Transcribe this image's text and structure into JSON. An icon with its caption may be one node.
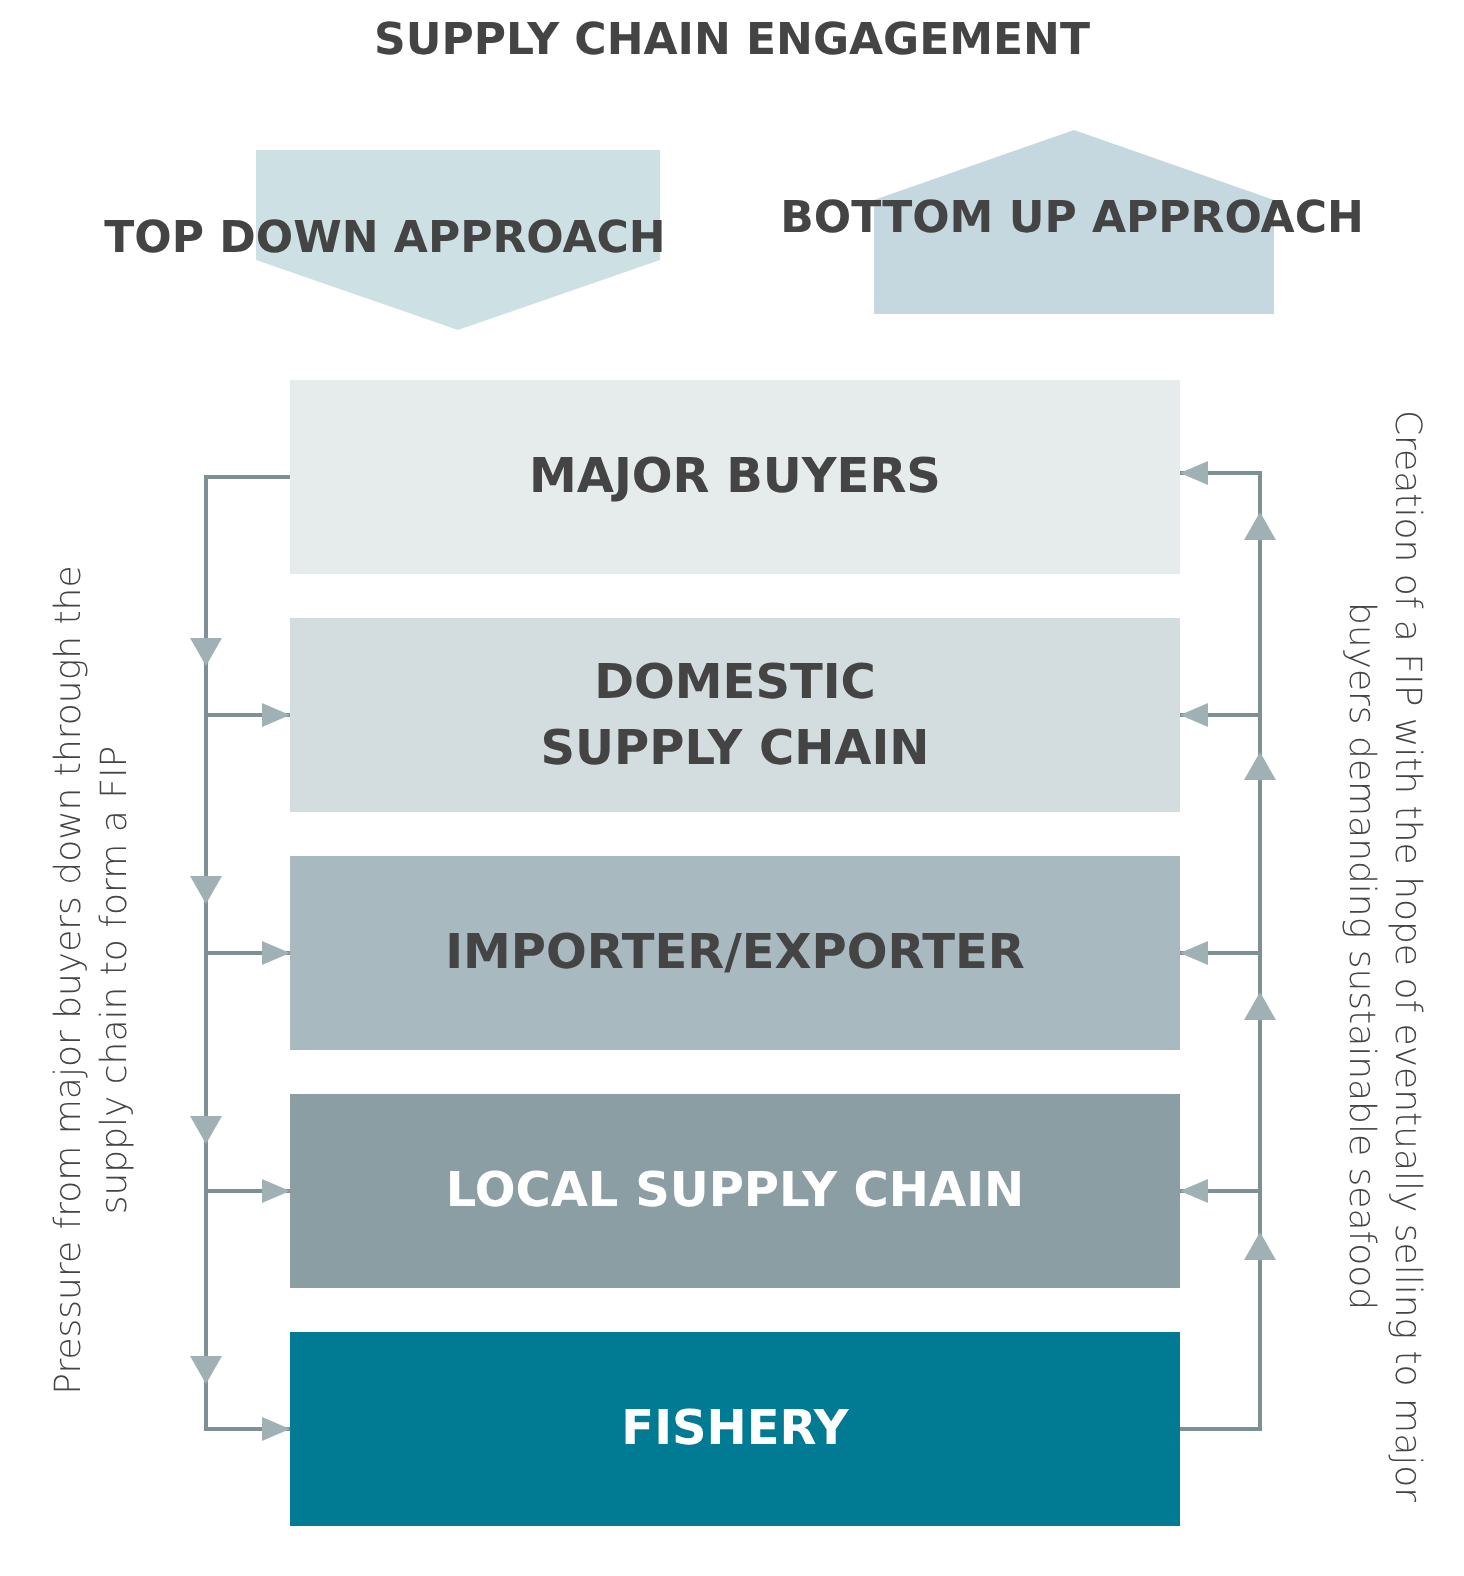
{
  "diagram": {
    "title": "SUPPLY CHAIN ENGAGEMENT",
    "nodes": [
      {
        "text": [
          "TOP DOWN APPROACH"
        ]
      },
      {
        "text": [
          "BOTTOM UP APPROACH"
        ]
      },
      {
        "text": [
          "MAJOR BUYERS"
        ]
      },
      {
        "text": [
          "DOMESTIC SUPPLY CHAIN"
        ]
      },
      {
        "text": [
          "IMPORTER/EXPORTER"
        ]
      },
      {
        "text": [
          "LOCAL SUPPLY CHAIN"
        ]
      },
      {
        "text": [
          "FISHERY"
        ]
      }
    ],
    "edges": [
      {
        "from": 2,
        "to": 3,
        "arrow": "to"
      },
      {
        "from": 2,
        "to": 4,
        "arrow": "to"
      },
      {
        "from": 2,
        "to": 5,
        "arrow": "to"
      },
      {
        "from": 2,
        "to": 6,
        "arrow": "to"
      },
      {
        "from": 6,
        "to": 5,
        "arrow": "to"
      },
      {
        "from": 6,
        "to": 4,
        "arrow": "to"
      },
      {
        "from": 6,
        "to": 3,
        "arrow": "to"
      },
      {
        "from": 6,
        "to": 2,
        "arrow": "to"
      }
    ],
    "labels": [
      "Pressure from major buyers down through the supply chain to form a FIP",
      "Creation of a FIP with the hope of eventually selling to major buyers demanding sustainable seafood"
    ]
  }
}
